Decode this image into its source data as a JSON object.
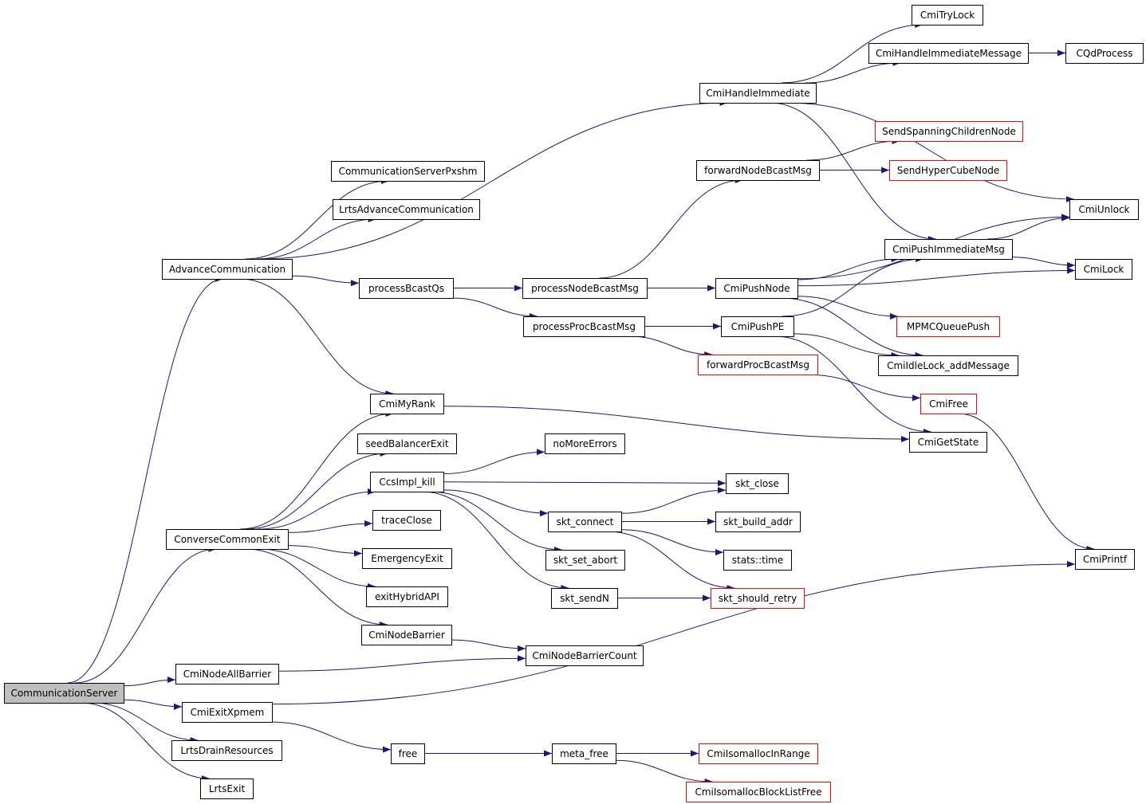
{
  "colors": {
    "edge": "#191970",
    "node_border": "#000000",
    "node_border_red": "#ff0000",
    "root_fill": "#bfbfbf",
    "node_fill": "#ffffff"
  },
  "nodes": [
    {
      "id": "CommunicationServer",
      "label": "CommunicationServer",
      "style": "root"
    },
    {
      "id": "AdvanceCommunication",
      "label": "AdvanceCommunication",
      "style": "normal"
    },
    {
      "id": "CommunicationServerPxshm",
      "label": "CommunicationServerPxshm",
      "style": "normal"
    },
    {
      "id": "LrtsAdvanceCommunication",
      "label": "LrtsAdvanceCommunication",
      "style": "normal"
    },
    {
      "id": "CmiHandleImmediate",
      "label": "CmiHandleImmediate",
      "style": "normal"
    },
    {
      "id": "CmiTryLock",
      "label": "CmiTryLock",
      "style": "normal"
    },
    {
      "id": "CmiHandleImmediateMessage",
      "label": "CmiHandleImmediateMessage",
      "style": "normal"
    },
    {
      "id": "CQdProcess",
      "label": "CQdProcess",
      "style": "normal"
    },
    {
      "id": "SendSpanningChildrenNode",
      "label": "SendSpanningChildrenNode",
      "style": "red"
    },
    {
      "id": "forwardNodeBcastMsg",
      "label": "forwardNodeBcastMsg",
      "style": "normal"
    },
    {
      "id": "SendHyperCubeNode",
      "label": "SendHyperCubeNode",
      "style": "red"
    },
    {
      "id": "CmiUnlock",
      "label": "CmiUnlock",
      "style": "normal"
    },
    {
      "id": "CmiPushImmediateMsg",
      "label": "CmiPushImmediateMsg",
      "style": "normal"
    },
    {
      "id": "CmiLock",
      "label": "CmiLock",
      "style": "normal"
    },
    {
      "id": "processBcastQs",
      "label": "processBcastQs",
      "style": "normal"
    },
    {
      "id": "processNodeBcastMsg",
      "label": "processNodeBcastMsg",
      "style": "normal"
    },
    {
      "id": "CmiPushNode",
      "label": "CmiPushNode",
      "style": "normal"
    },
    {
      "id": "processProcBcastMsg",
      "label": "processProcBcastMsg",
      "style": "normal"
    },
    {
      "id": "CmiPushPE",
      "label": "CmiPushPE",
      "style": "normal"
    },
    {
      "id": "MPMCQueuePush",
      "label": "MPMCQueuePush",
      "style": "red"
    },
    {
      "id": "forwardProcBcastMsg",
      "label": "forwardProcBcastMsg",
      "style": "red"
    },
    {
      "id": "CmiIdleLock_addMessage",
      "label": "CmiIdleLock_addMessage",
      "style": "normal"
    },
    {
      "id": "CmiMyRank",
      "label": "CmiMyRank",
      "style": "normal"
    },
    {
      "id": "CmiFree",
      "label": "CmiFree",
      "style": "red"
    },
    {
      "id": "CmiGetState",
      "label": "CmiGetState",
      "style": "normal"
    },
    {
      "id": "seedBalancerExit",
      "label": "seedBalancerExit",
      "style": "normal"
    },
    {
      "id": "noMoreErrors",
      "label": "noMoreErrors",
      "style": "normal"
    },
    {
      "id": "CcsImpl_kill",
      "label": "CcsImpl_kill",
      "style": "normal"
    },
    {
      "id": "skt_close",
      "label": "skt_close",
      "style": "normal"
    },
    {
      "id": "skt_connect",
      "label": "skt_connect",
      "style": "normal"
    },
    {
      "id": "skt_build_addr",
      "label": "skt_build_addr",
      "style": "normal"
    },
    {
      "id": "traceClose",
      "label": "traceClose",
      "style": "normal"
    },
    {
      "id": "ConverseCommonExit",
      "label": "ConverseCommonExit",
      "style": "normal"
    },
    {
      "id": "EmergencyExit",
      "label": "EmergencyExit",
      "style": "normal"
    },
    {
      "id": "skt_set_abort",
      "label": "skt_set_abort",
      "style": "normal"
    },
    {
      "id": "stats_time",
      "label": "stats::time",
      "style": "normal"
    },
    {
      "id": "CmiPrintf",
      "label": "CmiPrintf",
      "style": "normal"
    },
    {
      "id": "exitHybridAPI",
      "label": "exitHybridAPI",
      "style": "normal"
    },
    {
      "id": "skt_sendN",
      "label": "skt_sendN",
      "style": "normal"
    },
    {
      "id": "skt_should_retry",
      "label": "skt_should_retry",
      "style": "red"
    },
    {
      "id": "CmiNodeBarrier",
      "label": "CmiNodeBarrier",
      "style": "normal"
    },
    {
      "id": "CmiNodeBarrierCount",
      "label": "CmiNodeBarrierCount",
      "style": "normal"
    },
    {
      "id": "CmiNodeAllBarrier",
      "label": "CmiNodeAllBarrier",
      "style": "normal"
    },
    {
      "id": "CmiExitXpmem",
      "label": "CmiExitXpmem",
      "style": "normal"
    },
    {
      "id": "LrtsDrainResources",
      "label": "LrtsDrainResources",
      "style": "normal"
    },
    {
      "id": "free",
      "label": "free",
      "style": "normal"
    },
    {
      "id": "meta_free",
      "label": "meta_free",
      "style": "normal"
    },
    {
      "id": "CmiIsomallocInRange",
      "label": "CmiIsomallocInRange",
      "style": "red"
    },
    {
      "id": "CmiIsomallocBlockListFree",
      "label": "CmiIsomallocBlockListFree",
      "style": "red"
    },
    {
      "id": "LrtsExit",
      "label": "LrtsExit",
      "style": "normal"
    }
  ],
  "edges": [
    {
      "from": "CommunicationServer",
      "to": "AdvanceCommunication"
    },
    {
      "from": "CommunicationServer",
      "to": "ConverseCommonExit"
    },
    {
      "from": "CommunicationServer",
      "to": "CmiNodeAllBarrier"
    },
    {
      "from": "CommunicationServer",
      "to": "CmiExitXpmem"
    },
    {
      "from": "CommunicationServer",
      "to": "LrtsDrainResources"
    },
    {
      "from": "CommunicationServer",
      "to": "LrtsExit"
    },
    {
      "from": "AdvanceCommunication",
      "to": "CommunicationServerPxshm"
    },
    {
      "from": "AdvanceCommunication",
      "to": "LrtsAdvanceCommunication"
    },
    {
      "from": "AdvanceCommunication",
      "to": "CmiHandleImmediate"
    },
    {
      "from": "AdvanceCommunication",
      "to": "processBcastQs"
    },
    {
      "from": "AdvanceCommunication",
      "to": "CmiMyRank"
    },
    {
      "from": "CmiHandleImmediate",
      "to": "CmiTryLock"
    },
    {
      "from": "CmiHandleImmediate",
      "to": "CmiHandleImmediateMessage"
    },
    {
      "from": "CmiHandleImmediate",
      "to": "CmiUnlock"
    },
    {
      "from": "CmiHandleImmediate",
      "to": "CmiPushImmediateMsg"
    },
    {
      "from": "CmiHandleImmediateMessage",
      "to": "CQdProcess"
    },
    {
      "from": "forwardNodeBcastMsg",
      "to": "SendSpanningChildrenNode"
    },
    {
      "from": "forwardNodeBcastMsg",
      "to": "SendHyperCubeNode"
    },
    {
      "from": "CmiPushImmediateMsg",
      "to": "CmiUnlock"
    },
    {
      "from": "CmiPushImmediateMsg",
      "to": "CmiLock"
    },
    {
      "from": "processBcastQs",
      "to": "processNodeBcastMsg"
    },
    {
      "from": "processBcastQs",
      "to": "processProcBcastMsg"
    },
    {
      "from": "processNodeBcastMsg",
      "to": "forwardNodeBcastMsg"
    },
    {
      "from": "processNodeBcastMsg",
      "to": "CmiPushNode"
    },
    {
      "from": "CmiPushNode",
      "to": "CmiUnlock"
    },
    {
      "from": "CmiPushNode",
      "to": "CmiPushImmediateMsg"
    },
    {
      "from": "CmiPushNode",
      "to": "CmiLock"
    },
    {
      "from": "CmiPushNode",
      "to": "MPMCQueuePush"
    },
    {
      "from": "CmiPushNode",
      "to": "CmiIdleLock_addMessage"
    },
    {
      "from": "processProcBcastMsg",
      "to": "CmiPushPE"
    },
    {
      "from": "processProcBcastMsg",
      "to": "forwardProcBcastMsg"
    },
    {
      "from": "CmiPushPE",
      "to": "CmiPushImmediateMsg"
    },
    {
      "from": "CmiPushPE",
      "to": "CmiIdleLock_addMessage"
    },
    {
      "from": "CmiPushPE",
      "to": "CmiGetState"
    },
    {
      "from": "forwardProcBcastMsg",
      "to": "CmiFree"
    },
    {
      "from": "CmiMyRank",
      "to": "CmiGetState"
    },
    {
      "from": "CmiFree",
      "to": "CmiPrintf"
    },
    {
      "from": "ConverseCommonExit",
      "to": "CmiMyRank"
    },
    {
      "from": "ConverseCommonExit",
      "to": "seedBalancerExit"
    },
    {
      "from": "ConverseCommonExit",
      "to": "CcsImpl_kill"
    },
    {
      "from": "ConverseCommonExit",
      "to": "traceClose"
    },
    {
      "from": "ConverseCommonExit",
      "to": "EmergencyExit"
    },
    {
      "from": "ConverseCommonExit",
      "to": "exitHybridAPI"
    },
    {
      "from": "ConverseCommonExit",
      "to": "CmiNodeBarrier"
    },
    {
      "from": "CcsImpl_kill",
      "to": "noMoreErrors"
    },
    {
      "from": "CcsImpl_kill",
      "to": "skt_close"
    },
    {
      "from": "CcsImpl_kill",
      "to": "skt_connect"
    },
    {
      "from": "CcsImpl_kill",
      "to": "skt_set_abort"
    },
    {
      "from": "CcsImpl_kill",
      "to": "skt_sendN"
    },
    {
      "from": "skt_connect",
      "to": "skt_close"
    },
    {
      "from": "skt_connect",
      "to": "skt_build_addr"
    },
    {
      "from": "skt_connect",
      "to": "stats_time"
    },
    {
      "from": "skt_connect",
      "to": "skt_should_retry"
    },
    {
      "from": "skt_sendN",
      "to": "skt_should_retry"
    },
    {
      "from": "CmiNodeBarrier",
      "to": "CmiNodeBarrierCount"
    },
    {
      "from": "CmiNodeAllBarrier",
      "to": "CmiNodeBarrierCount"
    },
    {
      "from": "CmiExitXpmem",
      "to": "CmiPrintf"
    },
    {
      "from": "CmiExitXpmem",
      "to": "free"
    },
    {
      "from": "free",
      "to": "meta_free"
    },
    {
      "from": "meta_free",
      "to": "CmiIsomallocInRange"
    },
    {
      "from": "meta_free",
      "to": "CmiIsomallocBlockListFree"
    }
  ]
}
